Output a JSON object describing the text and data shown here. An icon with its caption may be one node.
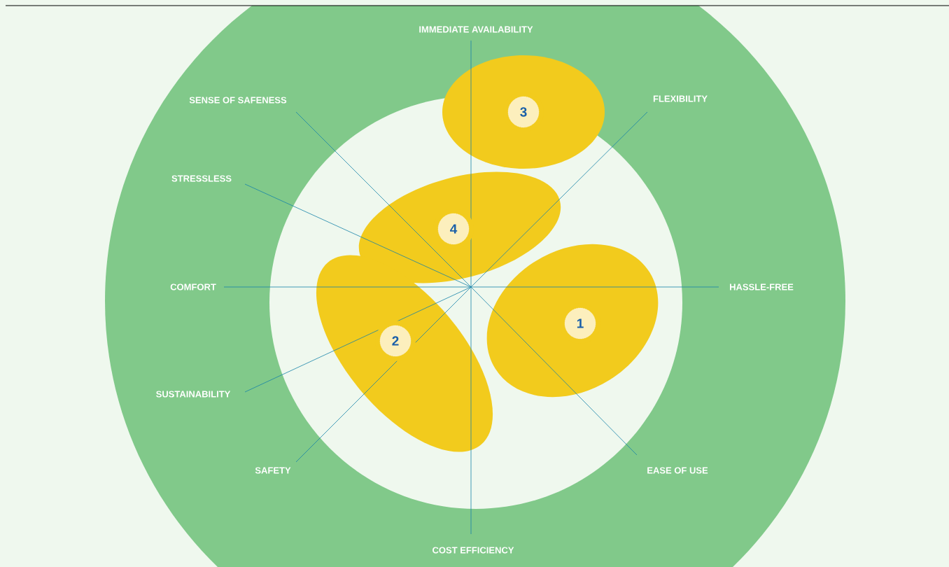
{
  "diagram": {
    "nodes": [
      {
        "text": [
          "3"
        ]
      },
      {
        "text": [
          "4"
        ]
      },
      {
        "text": [
          "1"
        ]
      },
      {
        "text": [
          "2"
        ]
      }
    ],
    "labels": [
      "IMMEDIATE AVAILABILITY",
      "SENSE OF SAFENESS",
      "FLEXIBILITY",
      "STRESSLESS",
      "COMFORT",
      "HASSLE-FREE",
      "SUSTAINABILITY",
      "SAFETY",
      "EASE OF USE",
      "COST EFFICIENCY"
    ]
  }
}
